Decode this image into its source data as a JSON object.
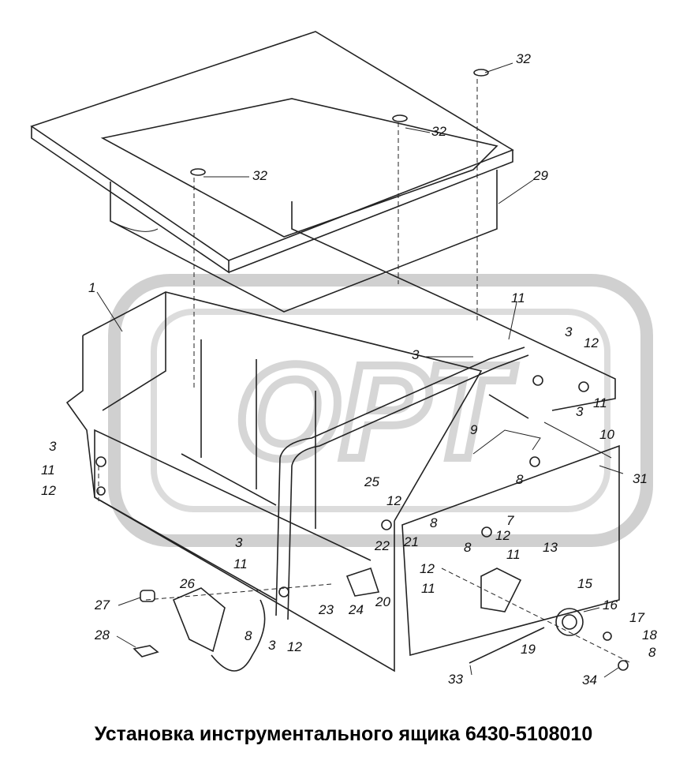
{
  "caption": "Установка инструментального ящика 6430-5108010",
  "watermark": "ОРТ",
  "callouts": [
    "32",
    "32",
    "32",
    "29",
    "1",
    "11",
    "3",
    "12",
    "3",
    "11",
    "3",
    "9",
    "10",
    "31",
    "3",
    "11",
    "12",
    "8",
    "25",
    "12",
    "8",
    "7",
    "12",
    "13",
    "8",
    "11",
    "22",
    "21",
    "12",
    "11",
    "15",
    "3",
    "11",
    "26",
    "24",
    "20",
    "23",
    "16",
    "27",
    "12",
    "17",
    "28",
    "8",
    "3",
    "19",
    "18",
    "8",
    "33",
    "34"
  ],
  "colors": {
    "ink": "#222222",
    "watermark": "#c8c8c8"
  }
}
